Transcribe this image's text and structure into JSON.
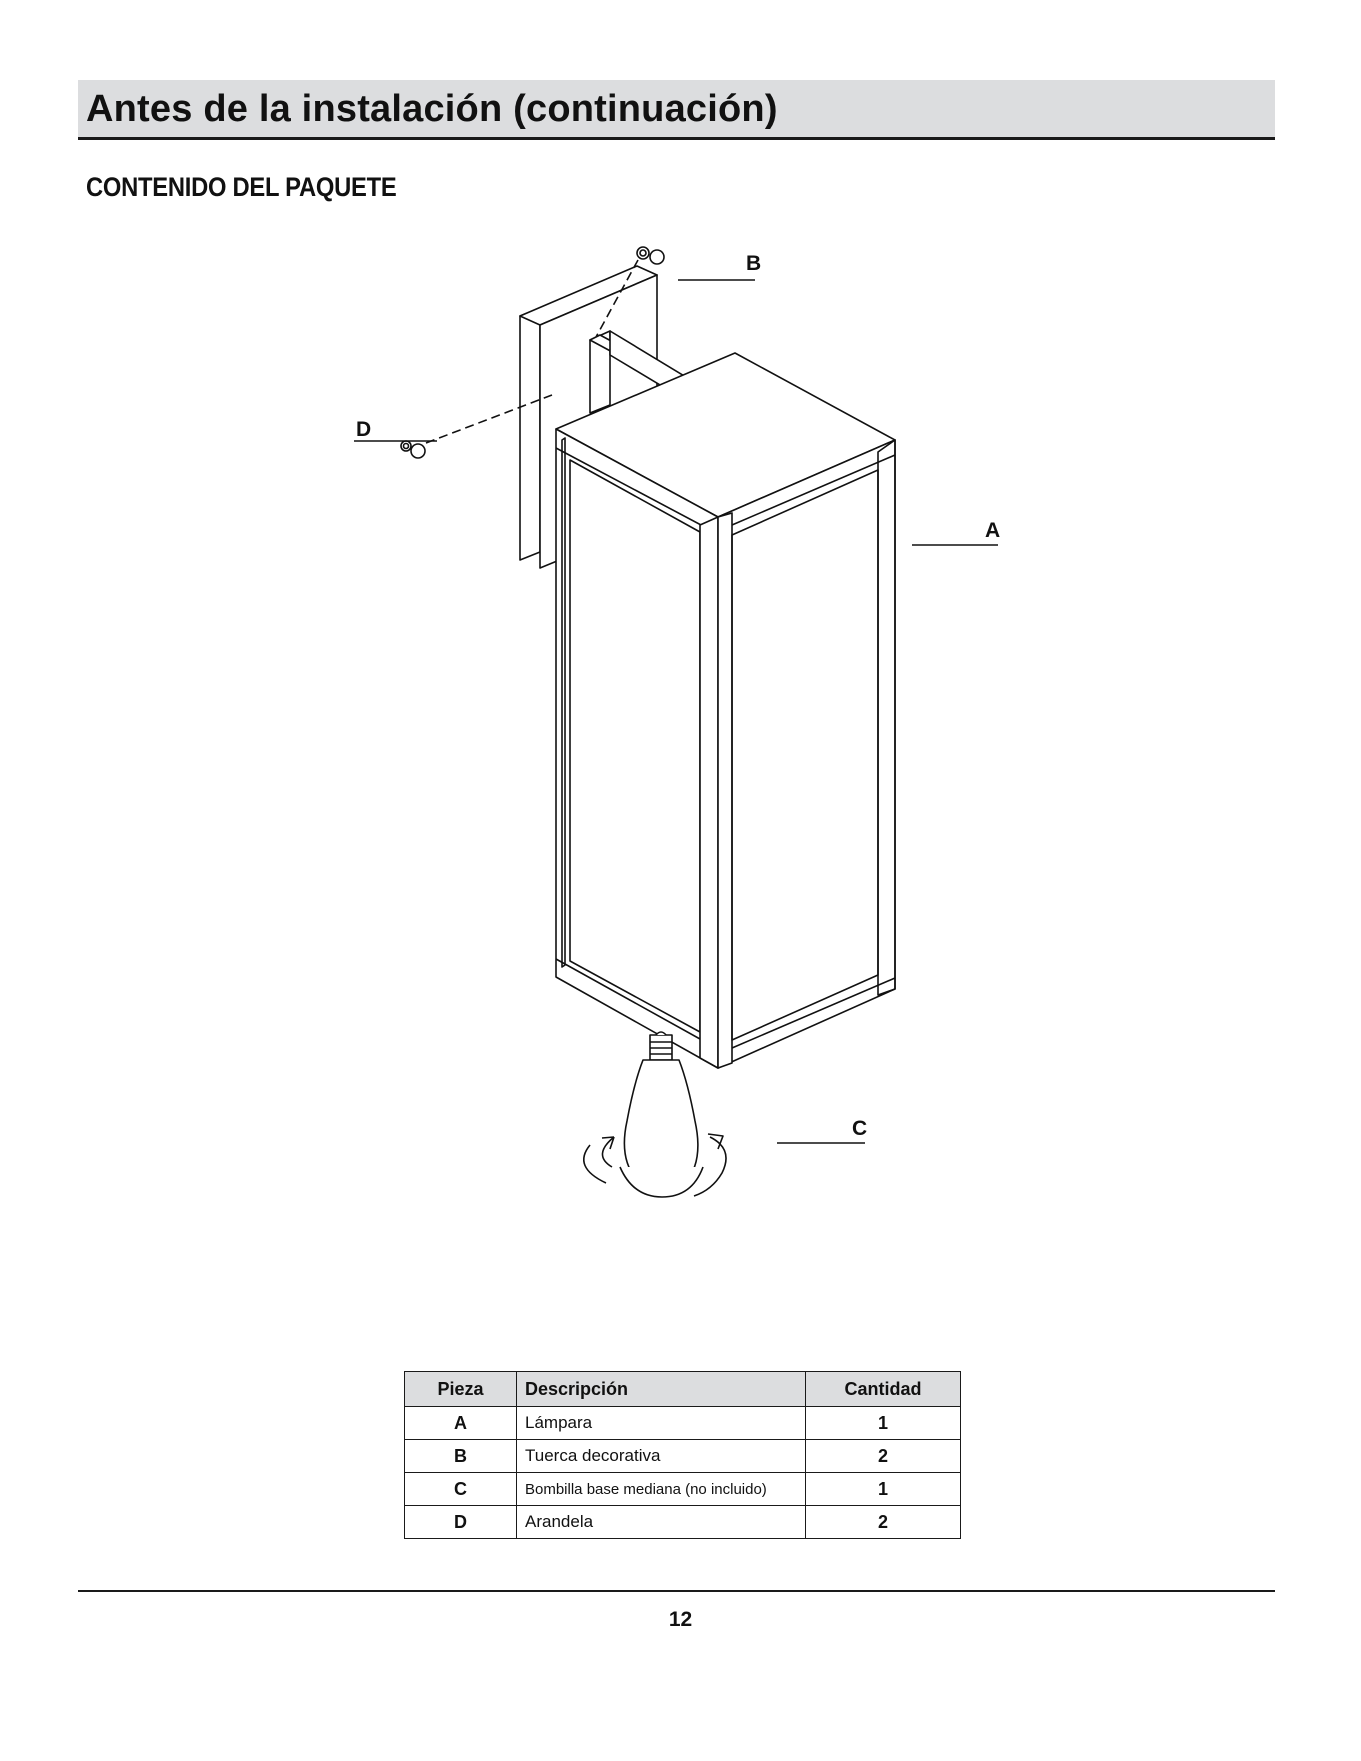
{
  "header": {
    "title": "Antes de la instalación (continuación)"
  },
  "section": {
    "heading": "CONTENIDO DEL PAQUETE"
  },
  "diagram": {
    "callouts": {
      "a": "A",
      "b": "B",
      "c": "C",
      "d": "D"
    }
  },
  "table": {
    "headers": {
      "part": "Pieza",
      "description": "Descripción",
      "quantity": "Cantidad"
    },
    "rows": [
      {
        "part": "A",
        "description": "Lámpara",
        "quantity": "1"
      },
      {
        "part": "B",
        "description": "Tuerca decorativa",
        "quantity": "2"
      },
      {
        "part": "C",
        "description": "Bombilla base mediana (no incluido)",
        "quantity": "1"
      },
      {
        "part": "D",
        "description": "Arandela",
        "quantity": "2"
      }
    ]
  },
  "footer": {
    "page_number": "12"
  }
}
